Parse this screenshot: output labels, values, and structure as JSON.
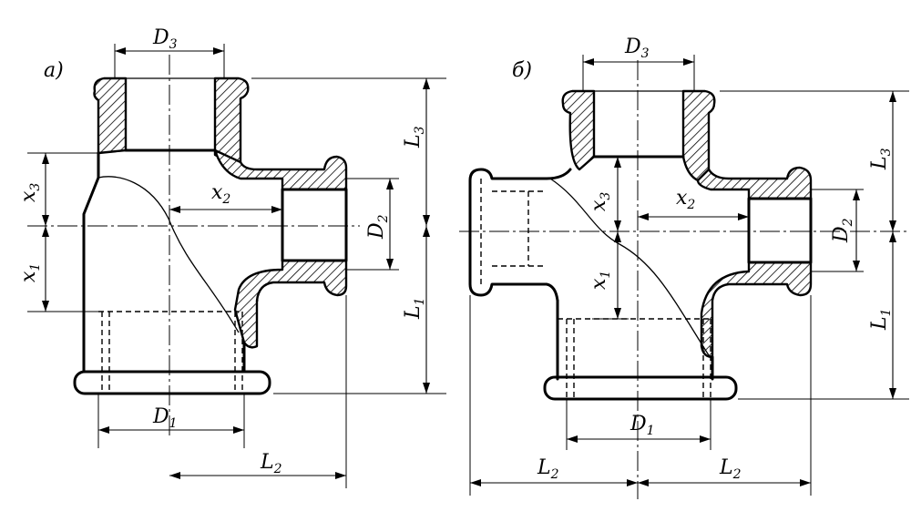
{
  "figure_a": {
    "caption": "а)",
    "labels": {
      "d3": {
        "base": "D",
        "sub": "3"
      },
      "d2": {
        "base": "D",
        "sub": "2"
      },
      "d1": {
        "base": "D",
        "sub": "1"
      },
      "x1": {
        "base": "x",
        "sub": "1"
      },
      "x2": {
        "base": "x",
        "sub": "2"
      },
      "x3": {
        "base": "x",
        "sub": "3"
      },
      "l1": {
        "base": "L",
        "sub": "1"
      },
      "l2": {
        "base": "L",
        "sub": "2"
      },
      "l3": {
        "base": "L",
        "sub": "3"
      }
    }
  },
  "figure_b": {
    "caption": "б)",
    "labels": {
      "d3": {
        "base": "D",
        "sub": "3"
      },
      "d2": {
        "base": "D",
        "sub": "2"
      },
      "d1": {
        "base": "D",
        "sub": "1"
      },
      "x1": {
        "base": "x",
        "sub": "1"
      },
      "x2": {
        "base": "x",
        "sub": "2"
      },
      "x3": {
        "base": "x",
        "sub": "3"
      },
      "l1": {
        "base": "L",
        "sub": "1"
      },
      "l2_left": {
        "base": "L",
        "sub": "2"
      },
      "l2_right": {
        "base": "L",
        "sub": "2"
      },
      "l3": {
        "base": "L",
        "sub": "3"
      }
    }
  }
}
